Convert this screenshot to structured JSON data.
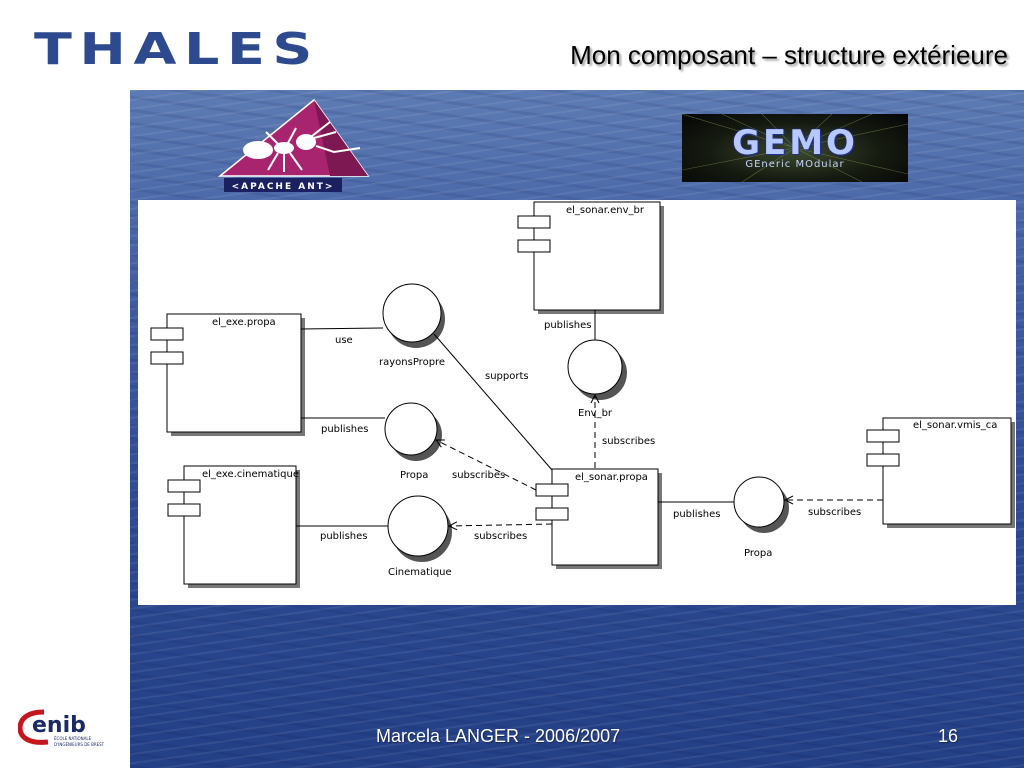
{
  "header": {
    "brand": "THALES",
    "title": "Mon composant – structure extérieure"
  },
  "logos": {
    "apache_ant": "<APACHE ANT>",
    "gemo_word": "GEMO",
    "gemo_sub": "GEneric MOdular",
    "enib_word": "enib",
    "enib_line1": "ÉCOLE NATIONALE",
    "enib_line2": "D'INGÉNIEURS DE BREST"
  },
  "diagram": {
    "components": {
      "env_br": "el_sonar.env_br",
      "exe_propa": "el_exe.propa",
      "exe_cinematique": "el_exe.cinematique",
      "sonar_propa": "el_sonar.propa",
      "vmis_ca": "el_sonar.vmis_ca"
    },
    "interfaces": {
      "rayons": "rayonsPropre",
      "env_br": "Env_br",
      "propa_left": "Propa",
      "cinematique": "Cinematique",
      "propa_right": "Propa"
    },
    "edges": {
      "use": "use",
      "publishes_env": "publishes",
      "supports": "supports",
      "publishes_propa": "publishes",
      "subscribes_env": "subscribes",
      "subscribes_propa": "subscribes",
      "publishes_cine": "publishes",
      "subscribes_cine": "subscribes",
      "publishes_sonar": "publishes",
      "subscribes_vmis": "subscribes"
    }
  },
  "footer": {
    "author": "Marcela LANGER - 2006/2007",
    "page": "16"
  },
  "colors": {
    "thales_blue": "#2e4a8f",
    "ant_magenta": "#a8246f",
    "sea_blue": "#3e5ca1"
  }
}
